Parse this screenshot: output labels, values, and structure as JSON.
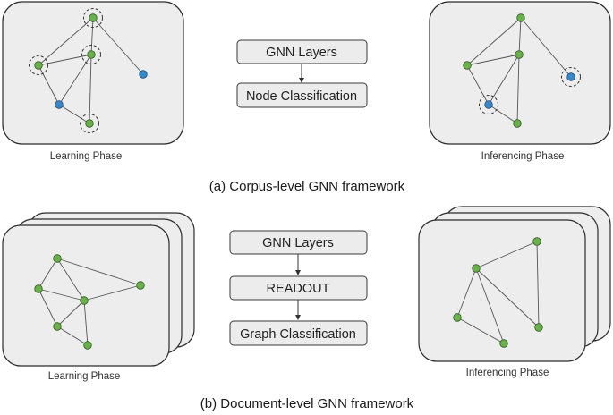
{
  "colors": {
    "green_node": "#6ab04c",
    "blue_node": "#3a87c8",
    "node_stroke": "#2f5d1e",
    "blue_stroke": "#1f4f80"
  },
  "corpus": {
    "caption": "(a) Corpus-level GNN framework",
    "learning_label": "Learning Phase",
    "inferencing_label": "Inferencing Phase",
    "steps": [
      "GNN Layers",
      "Node Classification"
    ]
  },
  "document": {
    "caption": "(b) Document-level GNN framework",
    "learning_label": "Learning Phase",
    "inferencing_label": "Inferencing Phase",
    "steps": [
      "GNN Layers",
      "READOUT",
      "Graph Classification"
    ]
  }
}
